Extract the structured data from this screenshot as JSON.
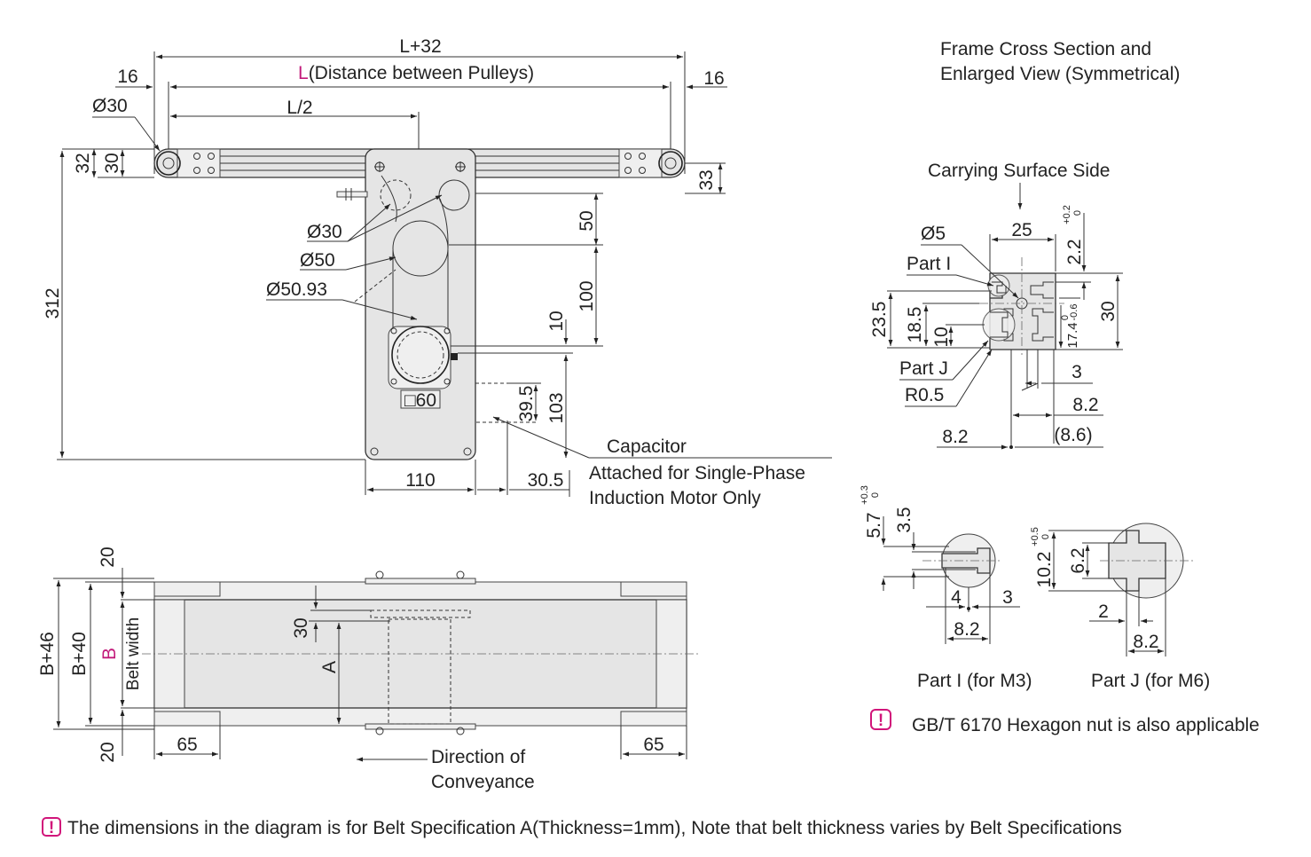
{
  "colors": {
    "accent": "#d1157a",
    "line": "#333333",
    "body_fill": "#e5e5e5"
  },
  "side_view": {
    "overall": "L+32",
    "pulley_letter": "L",
    "pulley_distance": "(Distance between Pulleys)",
    "end_left": "16",
    "end_right": "16",
    "pulley_dia": "Ø30",
    "half": "L/2",
    "h32": "32",
    "h30": "30",
    "h33": "33",
    "total_height": "312",
    "idler_dia": "Ø30",
    "drive_dia": "Ø50",
    "motor_pulley_dia": "Ø50.93",
    "d50": "50",
    "d100": "100",
    "d10": "10",
    "d103": "103",
    "d39_5": "39.5",
    "motor_size": "□60",
    "width110": "110",
    "d30_5": "30.5",
    "capacitor_title": "Capacitor",
    "capacitor_note_1": "Attached for Single-Phase",
    "capacitor_note_2": "Induction Motor Only"
  },
  "top_view": {
    "b46": "B+46",
    "b40": "B+40",
    "b": "B",
    "belt_width": "Belt width",
    "d20_top": "20",
    "d20_bottom": "20",
    "d65_left": "65",
    "d65_right": "65",
    "d30": "30",
    "a": "A",
    "direction_1": "Direction of",
    "direction_2": "Conveyance"
  },
  "cross_section": {
    "title_1": "Frame Cross Section and",
    "title_2": "Enlarged View (Symmetrical)",
    "carrying": "Carrying Surface Side",
    "w25": "25",
    "dia5": "Ø5",
    "part_i": "Part I",
    "part_j": "Part J",
    "r05": "R0.5",
    "h23_5": "23.5",
    "h18_5": "18.5",
    "h10": "10",
    "h17_4": "17.4",
    "h17_4_tol_up": "0",
    "h17_4_tol_dn": "-0.6",
    "h2_2": "2.2",
    "h2_2_tol_up": "+0.2",
    "h2_2_tol_dn": "0",
    "h30": "30",
    "w3": "3",
    "w8_2": "8.2",
    "w8_2_left": "8.2",
    "w8_6": "(8.6)"
  },
  "detail_i": {
    "h5_7": "5.7",
    "tol_up": "+0.3",
    "tol_dn": "0",
    "h3_5": "3.5",
    "w4": "4",
    "w3": "3",
    "w8_2": "8.2",
    "caption": "Part I (for M3)"
  },
  "detail_j": {
    "h10_2": "10.2",
    "tol_up": "+0.5",
    "tol_dn": "0",
    "h6_2": "6.2",
    "w2": "2",
    "w8_2": "8.2",
    "caption": "Part J (for M6)"
  },
  "notes": {
    "warn_icon": "!",
    "nut_note": "GB/T 6170 Hexagon nut is also applicable",
    "belt_note": "The dimensions in the diagram is for Belt Specification A(Thickness=1mm), Note that belt thickness varies by Belt Specifications"
  },
  "icons": {
    "warning": "warning-icon"
  }
}
